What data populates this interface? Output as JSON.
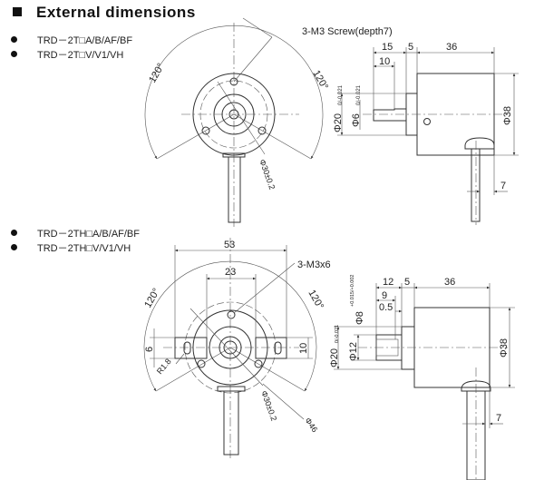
{
  "header": {
    "title": "External dimensions"
  },
  "section1": {
    "models": [
      "TRD－2T□A/B/AF/BF",
      "TRD－2T□V/V1/VH"
    ],
    "front": {
      "angle_left": "120°",
      "angle_right": "120°",
      "screw_note": "3-M3 Screw(depth7)",
      "pcd": "Φ30±0.2"
    },
    "side": {
      "d15": "15",
      "d5": "5",
      "d36": "36",
      "d10": "10",
      "phi20": "Φ20",
      "phi20_tol": "0/-0.021",
      "phi6": "Φ6",
      "phi6_tol": "0/-0.021",
      "phi38": "Φ38",
      "d7": "7"
    }
  },
  "section2": {
    "models": [
      "TRD－2TH□A/B/AF/BF",
      "TRD－2TH□V/V1/VH"
    ],
    "front": {
      "d53": "53",
      "d23": "23",
      "screw_note": "3-M3x6",
      "angle_left": "120°",
      "angle_right": "120°",
      "d6": "6",
      "d10": "10",
      "r18": "R1.8",
      "pcd": "Φ30±0.2",
      "phi46": "Φ46"
    },
    "side": {
      "d12": "12",
      "d5": "5",
      "d36": "36",
      "d9": "9",
      "d05": "0.5",
      "phi8": "Φ8",
      "phi8_tol": "+0.015/+0.002",
      "phi20": "Φ20",
      "phi20_tol": "0/-0.021",
      "phi12": "Φ12",
      "phi38": "Φ38",
      "d7": "7"
    }
  }
}
